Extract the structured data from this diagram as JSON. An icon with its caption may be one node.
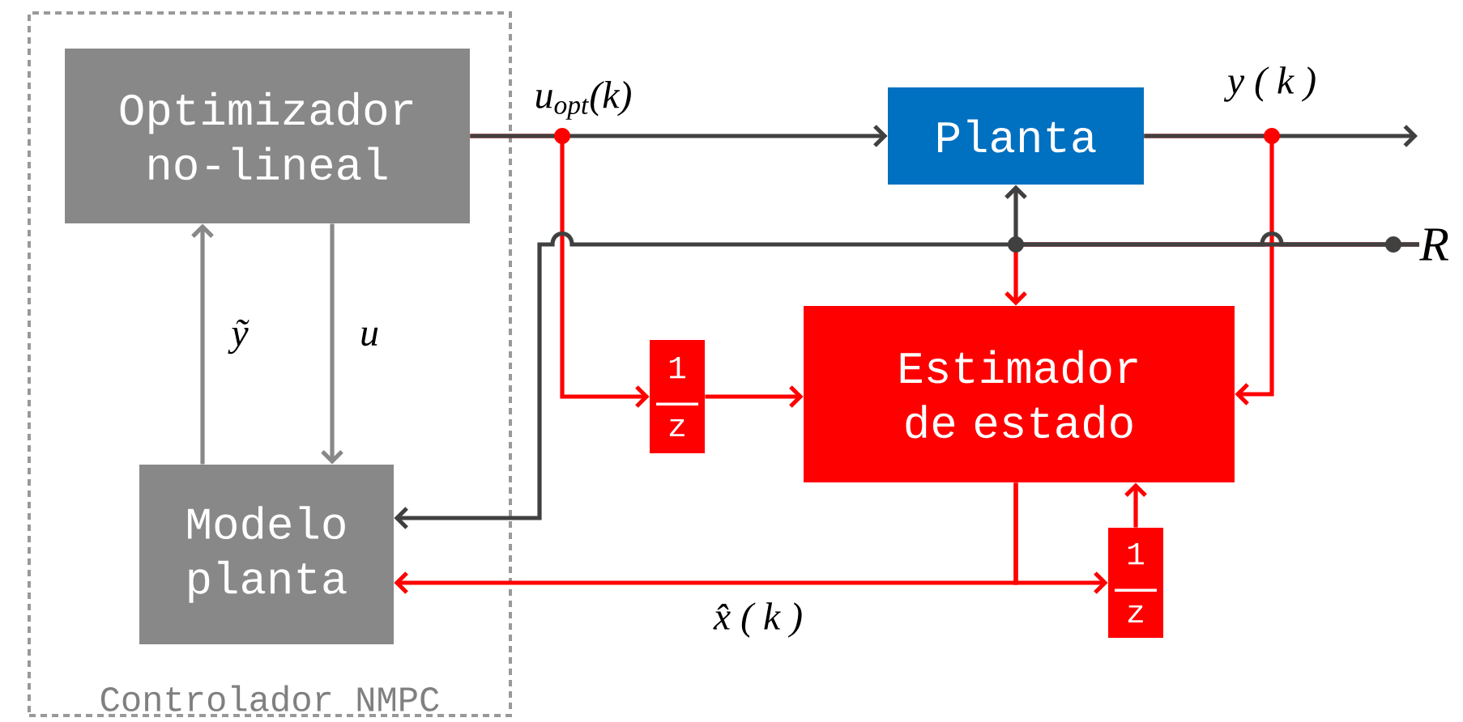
{
  "diagram": {
    "nodes": [
      {
        "text": [
          "Controlador NMPC"
        ]
      },
      {
        "text": [
          "Optimizador no-lineal"
        ],
        "in": 0
      },
      {
        "text": [
          "Modelo planta"
        ],
        "in": 0
      },
      {
        "text": [
          "Planta"
        ]
      },
      {
        "text": [
          "Estimador de estado"
        ]
      },
      {
        "text": [
          "1",
          "z"
        ]
      },
      {
        "text": [
          "1",
          "z"
        ]
      },
      {
        "text": [
          "R"
        ]
      }
    ],
    "edges": [
      {
        "from": 1,
        "to": 3,
        "arrow": "to",
        "label": "u$_{opt}$(k)",
        "color": "#404040"
      },
      {
        "from": 1,
        "to": 5,
        "arrow": "to"
      },
      {
        "from": 5,
        "to": 4,
        "arrow": "to"
      },
      {
        "from": 3,
        "to": null,
        "arrow": "to",
        "label": "y ( k )",
        "color": "#404040"
      },
      {
        "from": 3,
        "to": 4,
        "arrow": "to"
      },
      {
        "from": 7,
        "to": 3,
        "arrow": "to",
        "color": "#404040"
      },
      {
        "from": 7,
        "to": 4,
        "arrow": "to"
      },
      {
        "from": 7,
        "to": 2,
        "arrow": "to",
        "color": "#404040"
      },
      {
        "from": 1,
        "to": 2,
        "arrow": "to",
        "label": "u",
        "color": "#888888"
      },
      {
        "from": 2,
        "to": 1,
        "arrow": "to",
        "label": "ỹ",
        "color": "#888888"
      },
      {
        "from": 4,
        "to": 2,
        "arrow": "to",
        "label": "x̂ ( k )"
      },
      {
        "from": 4,
        "to": 6,
        "arrow": "to"
      },
      {
        "from": 6,
        "to": 4,
        "arrow": "to"
      }
    ]
  }
}
